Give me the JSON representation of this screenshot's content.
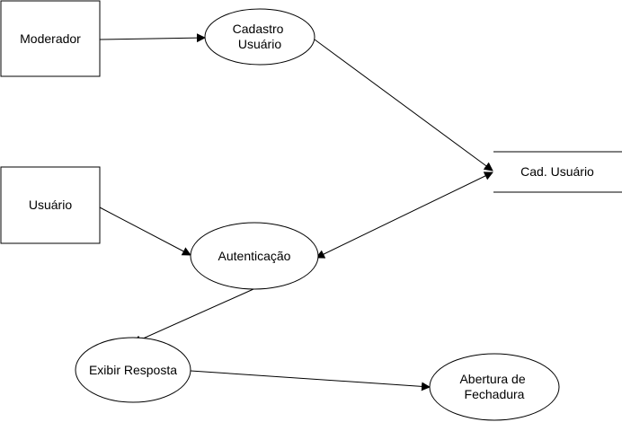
{
  "colors": {
    "stroke": "#000000",
    "fill": "#ffffff",
    "text": "#000000"
  },
  "entities": {
    "moderador": "Moderador",
    "usuario": "Usuário"
  },
  "processes": {
    "cadastro_usuario": [
      "Cadastro",
      "Usuário"
    ],
    "autenticacao": "Autenticação",
    "exibir_resposta": "Exibir Resposta",
    "abertura_fechadura": [
      "Abertura de",
      "Fechadura"
    ]
  },
  "data_store": {
    "cad_usuario": "Cad. Usuário"
  }
}
